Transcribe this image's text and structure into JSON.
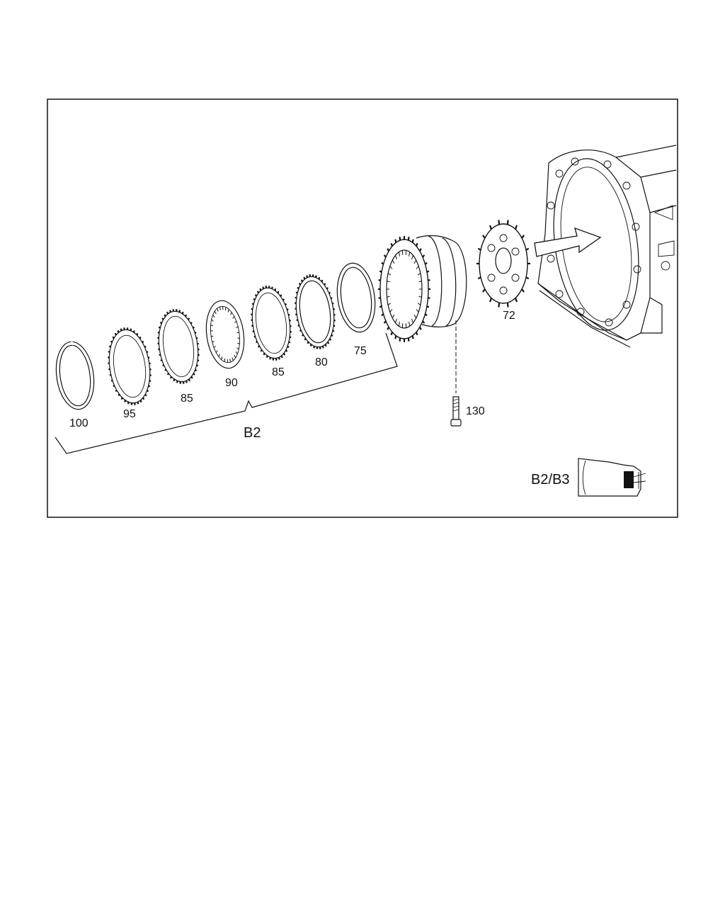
{
  "parts": {
    "p100": "100",
    "p95": "95",
    "p85a": "85",
    "p90": "90",
    "p85b": "85",
    "p80": "80",
    "p75": "75",
    "p72": "72",
    "p130": "130"
  },
  "group_label": "B2",
  "inset_label": "B2/B3"
}
